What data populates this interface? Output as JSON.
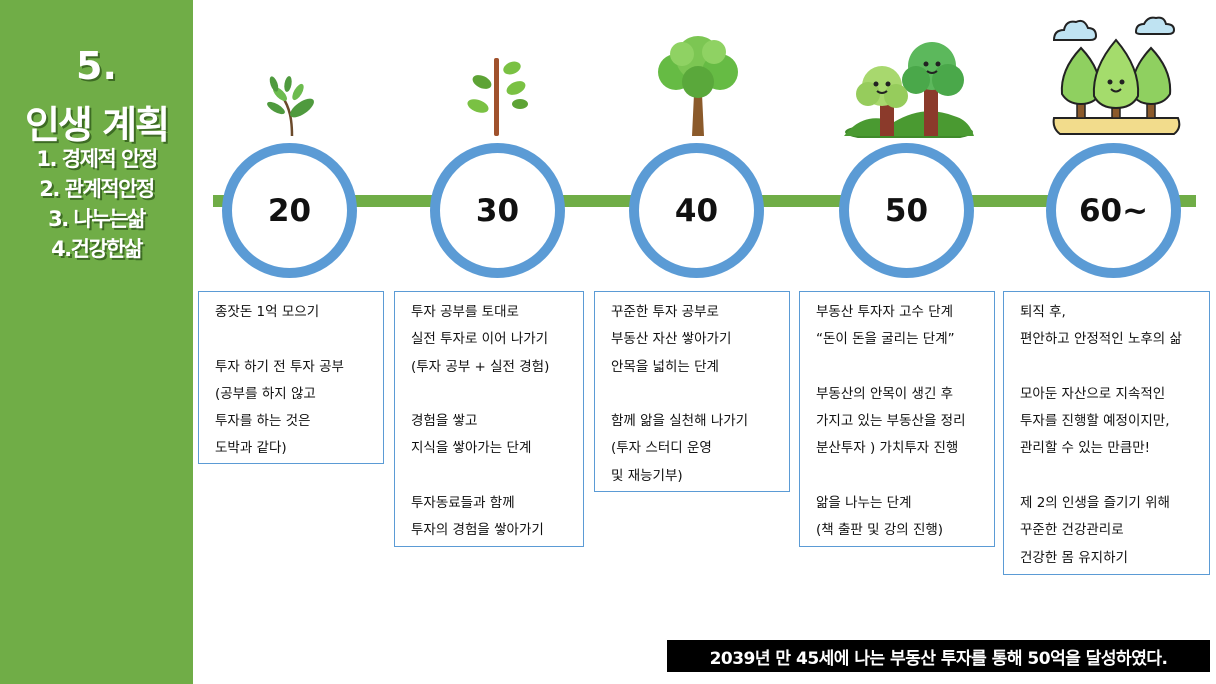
{
  "sidebar": {
    "number": "5.",
    "title": "인생 계획",
    "items": [
      "1. 경제적 안정",
      "2. 관계적안정",
      "3. 나누는삶",
      "4.건강한삶"
    ]
  },
  "colors": {
    "sidebar": "#70AD47",
    "timeline": "#70AD47",
    "circle_border": "#5B9BD5",
    "box_border": "#5B9BD5",
    "banner_bg": "#000000",
    "banner_text": "#FFFFFF"
  },
  "stages": [
    {
      "age": "20",
      "icon": "sprout-icon",
      "lines": [
        "종잣돈 1억 모으기",
        "",
        "투자 하기 전 투자 공부",
        "(공부를 하지 않고",
        "투자를 하는 것은",
        "도박과 같다)"
      ]
    },
    {
      "age": "30",
      "icon": "sapling-icon",
      "lines": [
        "투자 공부를 토대로",
        "실전 투자로 이어 나가기",
        "(투자 공부 + 실전 경험)",
        "",
        "경험을 쌓고",
        "지식을 쌓아가는 단계",
        "",
        "투자동료들과 함께",
        "투자의 경험을 쌓아가기"
      ]
    },
    {
      "age": "40",
      "icon": "tree-icon",
      "lines": [
        "꾸준한 투자 공부로",
        "부동산 자산 쌓아가기",
        "안목을 넓히는 단계",
        "",
        "함께 앎을 실천해 나가기",
        "(투자 스터디 운영",
        "및 재능기부)"
      ]
    },
    {
      "age": "50",
      "icon": "tree-pair-icon",
      "lines": [
        "부동산 투자자 고수 단계",
        "“돈이 돈을 굴리는 단계”",
        "",
        "부동산의 안목이 생긴 후",
        "가지고 있는 부동산을 정리",
        "분산투자 ) 가치투자 진행",
        "",
        "앎을 나누는 단계",
        "(책 출판 및 강의 진행)"
      ]
    },
    {
      "age": "60~",
      "icon": "forest-icon",
      "lines": [
        "퇴직 후,",
        "편안하고 안정적인 노후의 삶",
        "",
        "모아둔 자산으로 지속적인",
        "투자를 진행할 예정이지만,",
        "관리할 수 있는 만큼만!",
        "",
        "제 2의 인생을 즐기기 위해",
        "꾸준한 건강관리로",
        "건강한 몸 유지하기"
      ]
    }
  ],
  "banner": "2039년 만 45세에 나는 부동산 투자를 통해 50억을 달성하였다."
}
